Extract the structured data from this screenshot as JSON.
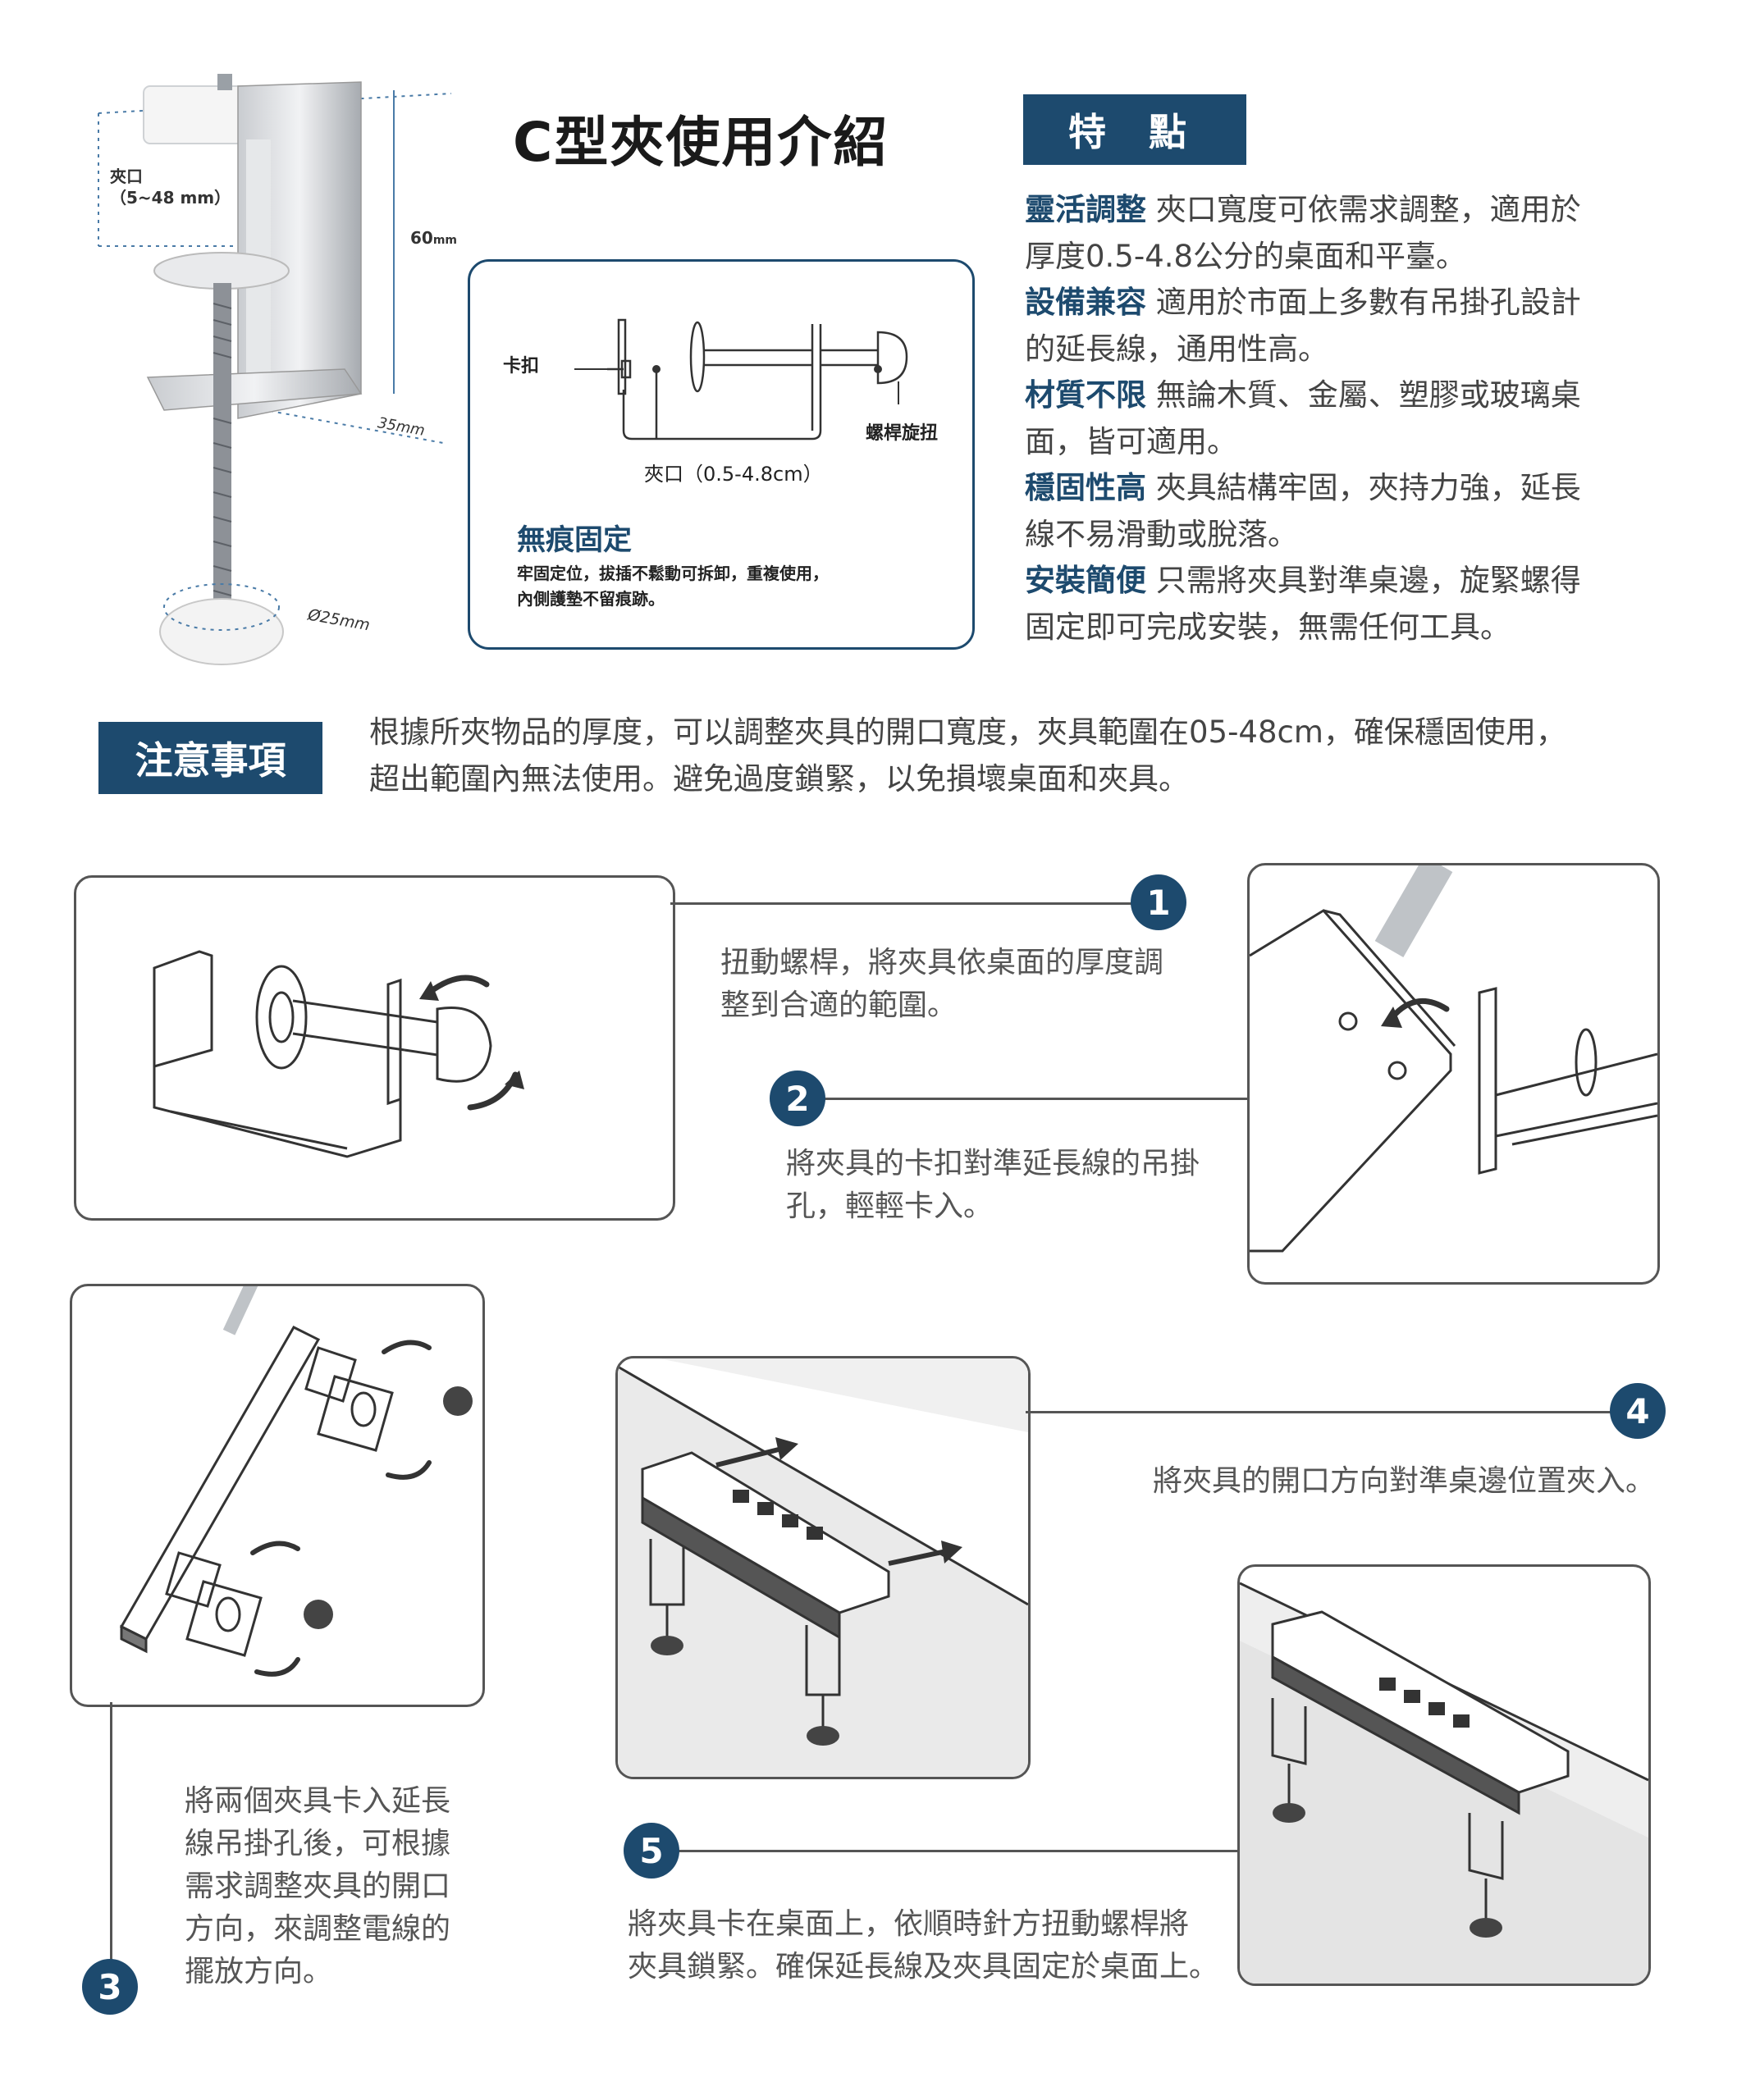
{
  "title": "C型夾使用介紹",
  "clamp_diagram": {
    "opening_label": "夾口",
    "opening_range": "（5~48 mm）",
    "height_label": "60",
    "height_unit": "mm",
    "depth_label": "35mm",
    "diameter_label": "Ø25mm"
  },
  "callout": {
    "buckle_label": "卡扣",
    "screw_label": "螺桿旋扭",
    "opening_label": "夾口（0.5-4.8cm）",
    "heading": "無痕固定",
    "desc_line1": "牢固定位，拔插不鬆動可拆卸，重複使用，",
    "desc_line2": "內側護墊不留痕跡。"
  },
  "features": {
    "heading": "特 點",
    "items": [
      {
        "key": "靈活調整",
        "line1": "夾口寬度可依需求調整，適用於",
        "line2": "厚度0.5-4.8公分的桌面和平臺。"
      },
      {
        "key": "設備兼容",
        "line1": "適用於市面上多數有吊掛孔設計",
        "line2": "的延長線，通用性高。"
      },
      {
        "key": "材質不限",
        "line1": "無論木質、金屬、塑膠或玻璃桌",
        "line2": "面，皆可適用。"
      },
      {
        "key": "穩固性高",
        "line1": "夾具結構牢固，夾持力強，延長",
        "line2": "線不易滑動或脫落。"
      },
      {
        "key": "安裝簡便",
        "line1": "只需將夾具對準桌邊，旋緊螺得",
        "line2": "固定即可完成安裝，無需任何工具。"
      }
    ]
  },
  "notice": {
    "heading": "注意事項",
    "line1": "根據所夾物品的厚度，可以調整夾具的開口寬度，夾具範圍在05-48cm，確保穩固使用，",
    "line2": "超出範圍內無法使用。避免過度鎖緊，以免損壞桌面和夾具。"
  },
  "steps": [
    {
      "num": "1",
      "line1": "扭動螺桿，將夾具依桌面的厚度調",
      "line2": "整到合適的範圍。"
    },
    {
      "num": "2",
      "line1": "將夾具的卡扣對準延長線的吊掛",
      "line2": "孔，輕輕卡入。"
    },
    {
      "num": "3",
      "lines": [
        "將兩個夾具卡入延長",
        "線吊掛孔後，可根據",
        "需求調整夾具的開口",
        "方向，來調整電線的",
        "擺放方向。"
      ]
    },
    {
      "num": "4",
      "line1": "將夾具的開口方向對準桌邊位置夾入。"
    },
    {
      "num": "5",
      "line1": "將夾具卡在桌面上，依順時針方扭動螺桿將",
      "line2": "夾具鎖緊。確保延長線及夾具固定於桌面上。"
    }
  ],
  "colors": {
    "brand": "#1d4a6e",
    "text": "#444444",
    "border": "#555555"
  }
}
